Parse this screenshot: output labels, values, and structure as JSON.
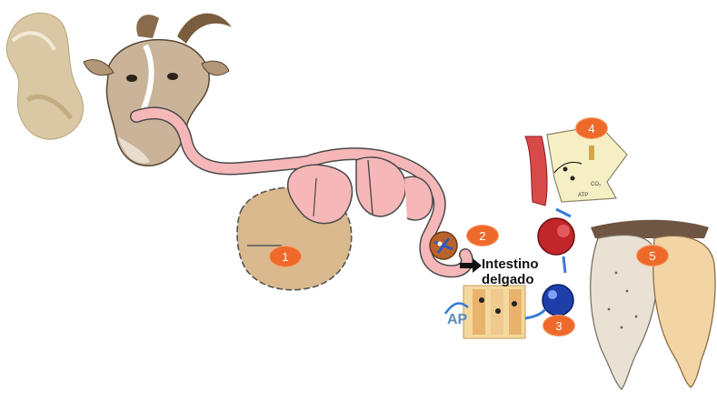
{
  "colors": {
    "rumen": "#d9b98d",
    "tract": "#f6b7b9",
    "tract_outline": "#4a4a4a",
    "badge": "#ef6a2a",
    "arrow": "#3b7bd4",
    "udder_left": "#e9e2d4",
    "udder_right": "#f3d4a4",
    "liver": "#f7efc4",
    "vessel": "#d84a4a"
  },
  "steps": [
    {
      "number": "1",
      "part": "rumen"
    },
    {
      "number": "2",
      "part": "small-intestine-absorption"
    },
    {
      "number": "3",
      "part": "blood-transport"
    },
    {
      "number": "4",
      "part": "liver-metabolism"
    },
    {
      "number": "5",
      "part": "udder"
    }
  ],
  "intestine_label": {
    "line1": "Intestino",
    "line2": "delgado"
  },
  "absorption_label": "AP",
  "liver_labels": {
    "co2": "CO₂",
    "atp": "ATP"
  },
  "icons": [
    "feed-bag-icon",
    "goat-head-icon",
    "arrow-icon"
  ]
}
